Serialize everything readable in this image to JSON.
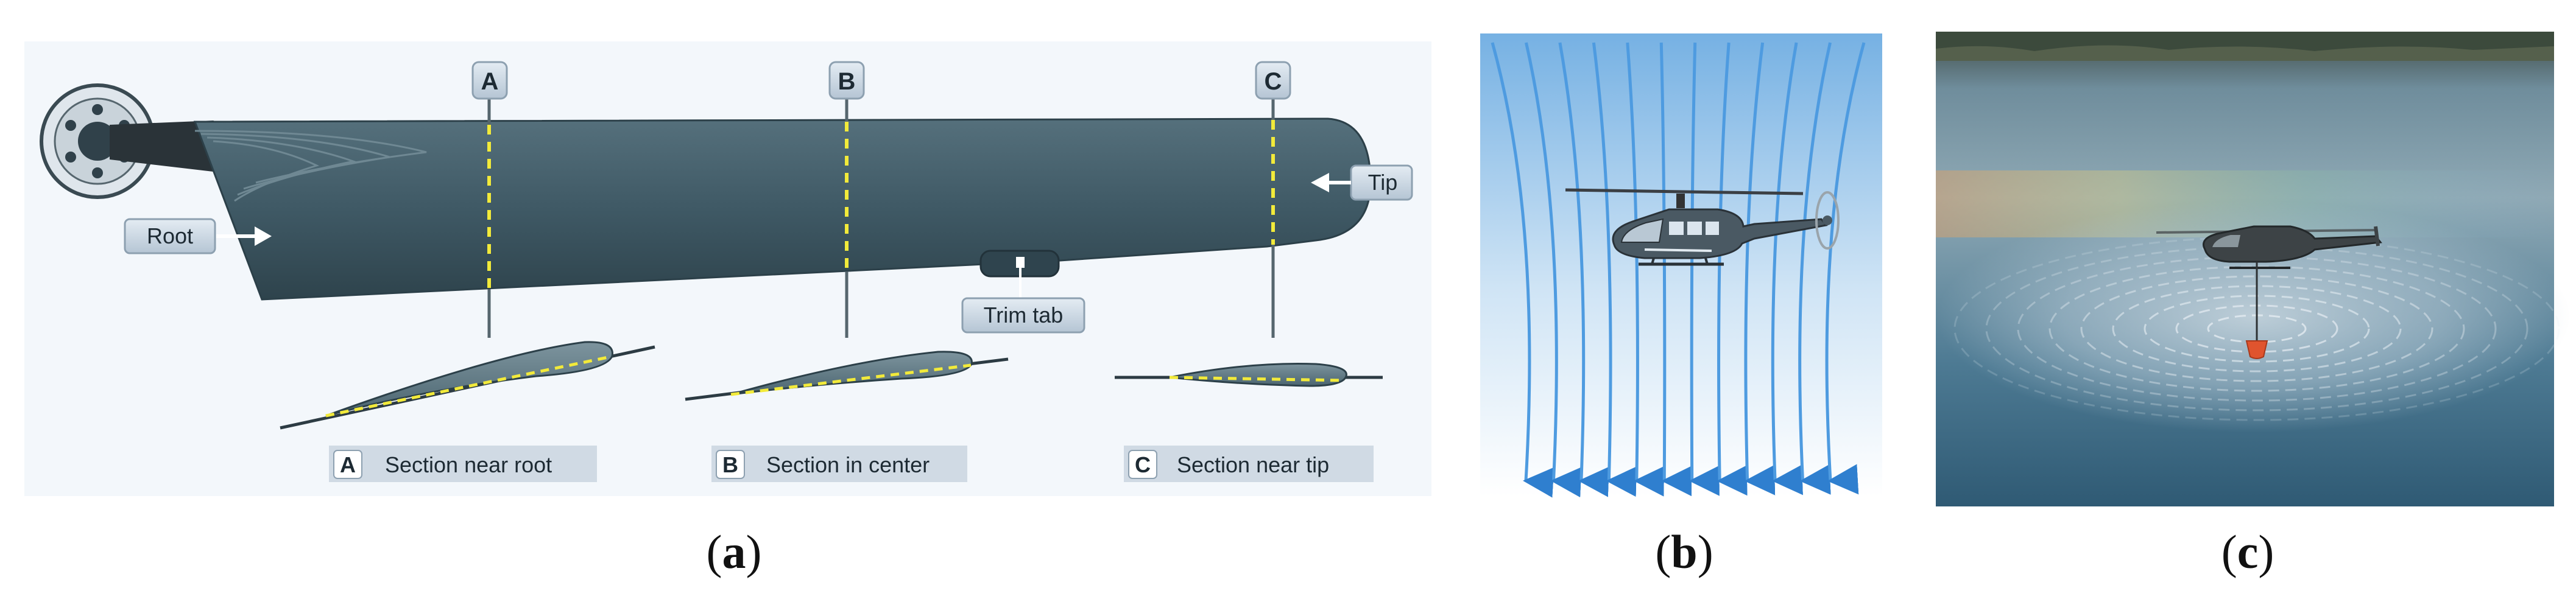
{
  "panel_a": {
    "marker_a": "A",
    "marker_b": "B",
    "marker_c": "C",
    "root_label": "Root",
    "tip_label": "Tip",
    "trim_tab_label": "Trim tab",
    "section_a_letter": "A",
    "section_a_text": "Section near root",
    "section_b_letter": "B",
    "section_b_text": "Section in center",
    "section_c_letter": "C",
    "section_c_text": "Section near tip",
    "caption_letter": "a"
  },
  "panel_b": {
    "caption_letter": "b"
  },
  "panel_c": {
    "caption_letter": "c"
  },
  "colors": {
    "blade": "#3f5965",
    "blade_dark": "#2c4049",
    "guide_line": "#f2ea3a",
    "label_box": "#c9d6e2",
    "arrow_blue": "#3a8fd8",
    "sky_top": "#7fb7e6",
    "water_deep": "#355f78"
  }
}
